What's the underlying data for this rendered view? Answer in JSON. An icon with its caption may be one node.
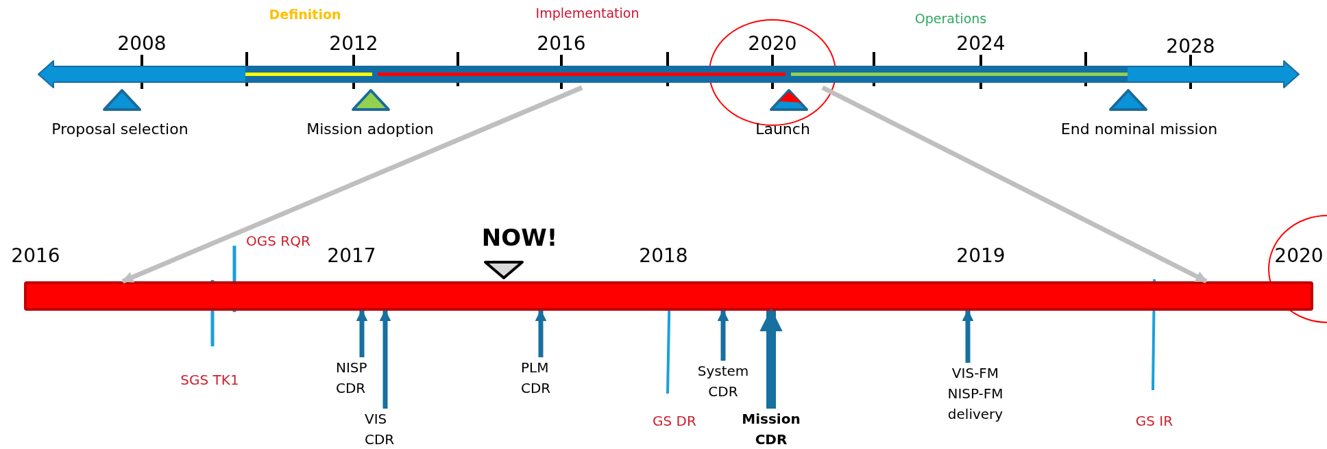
{
  "diagram": {
    "nodes": [
      {
        "text": [],
        "shape": "bar"
      },
      {
        "text": [],
        "shape": "bar"
      },
      {
        "text": [
          "NISP CDR"
        ]
      },
      {
        "text": [
          "VIS CDR"
        ]
      },
      {
        "text": [
          "PLM CDR"
        ]
      },
      {
        "text": [
          "System CDR"
        ]
      },
      {
        "text": [
          "Mission CDR"
        ]
      },
      {
        "text": [
          "VIS-FM NISP-FM delivery"
        ]
      }
    ],
    "edges": [
      {
        "from": 0,
        "to": 1,
        "arrow": "to",
        "color": "#bfbfbf"
      },
      {
        "from": 0,
        "to": 1,
        "arrow": "to",
        "color": "#bfbfbf"
      },
      {
        "from": 2,
        "to": 1,
        "arrow": "to"
      },
      {
        "from": 3,
        "to": 1,
        "arrow": "to"
      },
      {
        "from": 4,
        "to": 1,
        "arrow": "to"
      },
      {
        "from": 5,
        "to": 1,
        "arrow": "to"
      },
      {
        "from": 6,
        "to": 1,
        "arrow": "to",
        "style": "thick"
      },
      {
        "from": 7,
        "to": 1,
        "arrow": "to"
      }
    ],
    "labels": [
      "Definition",
      "Implementation",
      "Operations",
      "2008",
      "2012",
      "2016",
      "2020",
      "2024",
      "2028",
      "Proposal selection",
      "Mission adoption",
      "Launch",
      "End nominal mission",
      "2016",
      "OGS RQR",
      "2017",
      "NOW!",
      "2018",
      "2019",
      "2020",
      "SGS TK1",
      "GS DR",
      "GS IR"
    ]
  }
}
